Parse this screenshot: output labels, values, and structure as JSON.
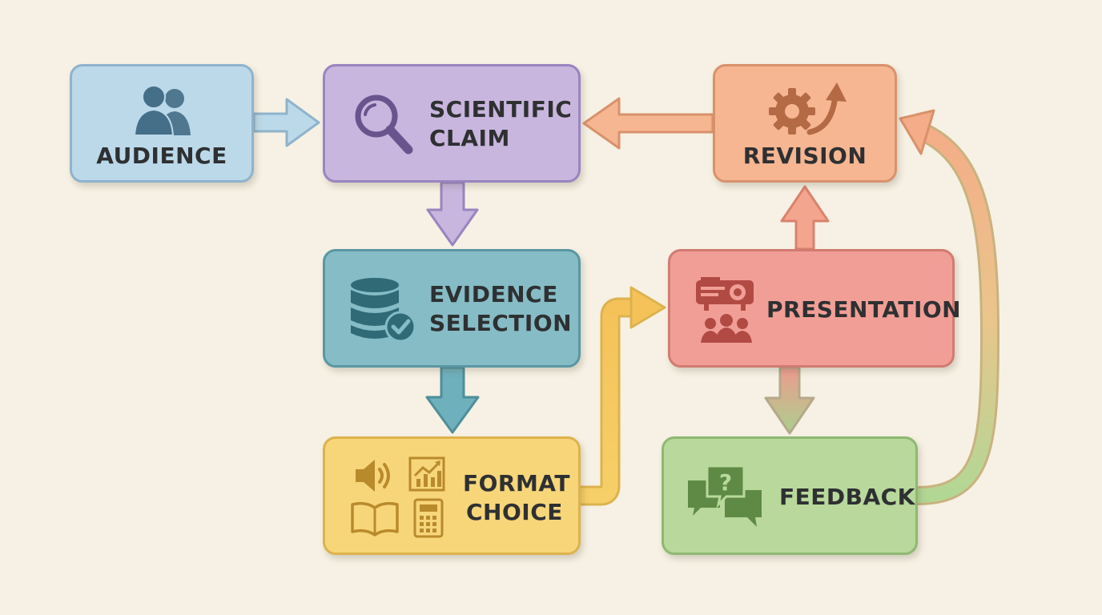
{
  "nodes": {
    "audience": {
      "label": "AUDIENCE",
      "icon": "audience-people-icon"
    },
    "scientific_claim": {
      "line1": "SCIENTIFIC",
      "line2": "CLAIM",
      "icon": "magnifier-icon"
    },
    "revision": {
      "label": "REVISION",
      "icon": "gear-arrow-icon"
    },
    "evidence_selection": {
      "line1": "EVIDENCE",
      "line2": "SELECTION",
      "icon": "database-check-icon"
    },
    "presentation": {
      "label": "PRESENTATION",
      "icon": "projector-audience-icon"
    },
    "format_choice": {
      "line1": "FORMAT",
      "line2": "CHOICE",
      "icons": [
        "speaker-icon",
        "chart-icon",
        "book-icon",
        "calculator-icon"
      ]
    },
    "feedback": {
      "label": "FEEDBACK",
      "icon": "question-speech-bubbles-icon"
    }
  },
  "flow": [
    [
      "AUDIENCE",
      "SCIENTIFIC CLAIM"
    ],
    [
      "SCIENTIFIC CLAIM",
      "EVIDENCE SELECTION"
    ],
    [
      "EVIDENCE SELECTION",
      "FORMAT CHOICE"
    ],
    [
      "FORMAT CHOICE",
      "PRESENTATION"
    ],
    [
      "PRESENTATION",
      "REVISION"
    ],
    [
      "PRESENTATION",
      "FEEDBACK"
    ],
    [
      "FEEDBACK",
      "REVISION"
    ],
    [
      "REVISION",
      "SCIENTIFIC CLAIM"
    ]
  ],
  "colors": {
    "background": "#f6f1e4",
    "audience": "#bcd9ea",
    "scientific_claim": "#c9b6de",
    "revision": "#f6b691",
    "evidence_selection": "#85bcc6",
    "presentation": "#f19f96",
    "format_choice": "#f7d67a",
    "feedback": "#b8d99b"
  }
}
